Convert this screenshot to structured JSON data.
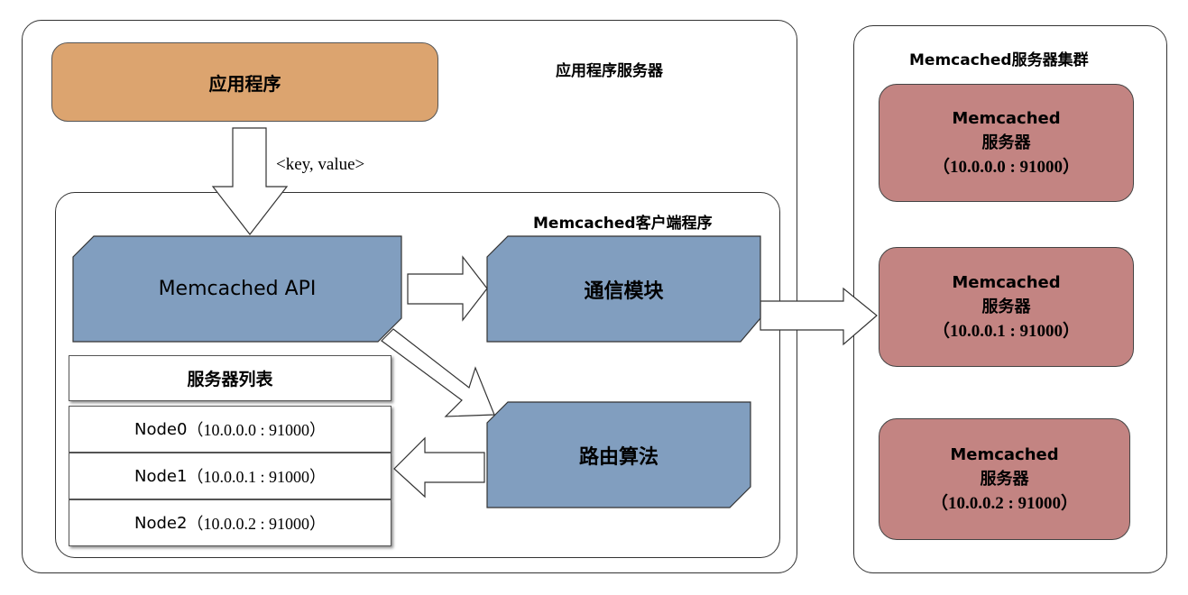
{
  "app_server": {
    "title": "应用程序服务器",
    "app_label": "应用程序",
    "key_value_label": "<key, value>"
  },
  "client": {
    "title": "Memcached客户端程序",
    "api_label": "Memcached API",
    "comm_label": "通信模块",
    "routing_label": "路由算法",
    "server_list": {
      "title": "服务器列表",
      "nodes": [
        {
          "name": "Node0",
          "addr": "（10.0.0.0 : 91000）"
        },
        {
          "name": "Node1",
          "addr": "（10.0.0.1 : 91000）"
        },
        {
          "name": "Node2",
          "addr": "（10.0.0.2 : 91000）"
        }
      ]
    }
  },
  "cluster": {
    "title": "Memcached服务器集群",
    "servers": [
      {
        "name": "Memcached",
        "role": "服务器",
        "addr": "（10.0.0.0 : 91000）"
      },
      {
        "name": "Memcached",
        "role": "服务器",
        "addr": "（10.0.0.1 : 91000）"
      },
      {
        "name": "Memcached",
        "role": "服务器",
        "addr": "（10.0.0.2 : 91000）"
      }
    ]
  },
  "colors": {
    "app_fill": "#dca46f",
    "module_fill": "#819ebf",
    "server_fill": "#c38482"
  }
}
